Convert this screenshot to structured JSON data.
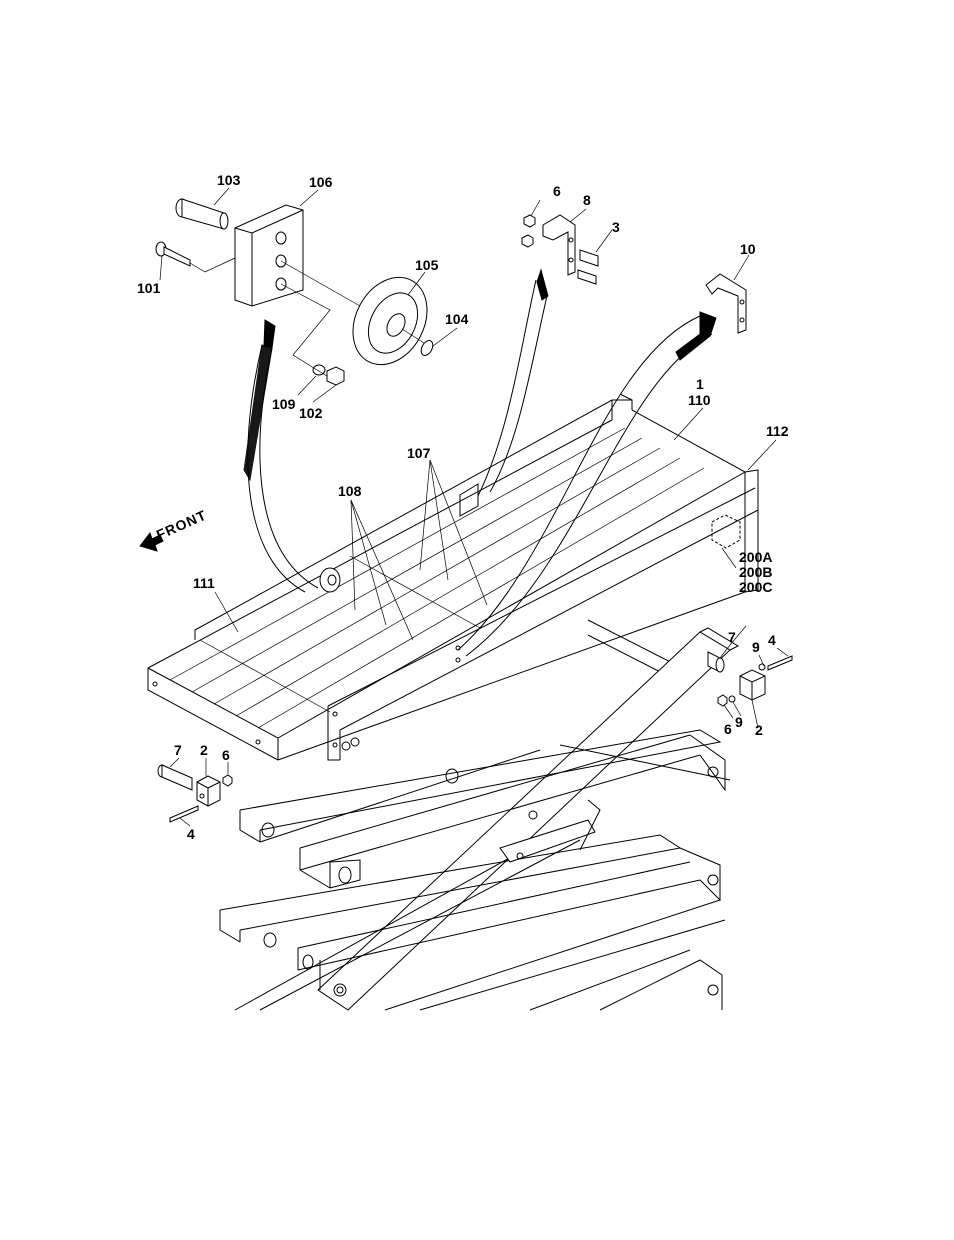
{
  "labels": {
    "p103": "103",
    "p106": "106",
    "p101": "101",
    "p105": "105",
    "p104": "104",
    "p109": "109",
    "p102": "102",
    "p6_top": "6",
    "p8": "8",
    "p3": "3",
    "p10": "10",
    "p1": "1",
    "p110": "110",
    "p112": "112",
    "p107": "107",
    "p108": "108",
    "front": "FRONT",
    "p111": "111",
    "p200": "200A\n200B\n200C",
    "p7_right": "7",
    "p4_right": "4",
    "p9_right_top": "9",
    "p6_right": "6",
    "p9_right_bottom": "9",
    "p2_right": "2",
    "p7_left": "7",
    "p2_left": "2",
    "p6_left": "6",
    "p4_left": "4"
  },
  "colors": {
    "ink": "#000000",
    "paper": "#ffffff"
  }
}
